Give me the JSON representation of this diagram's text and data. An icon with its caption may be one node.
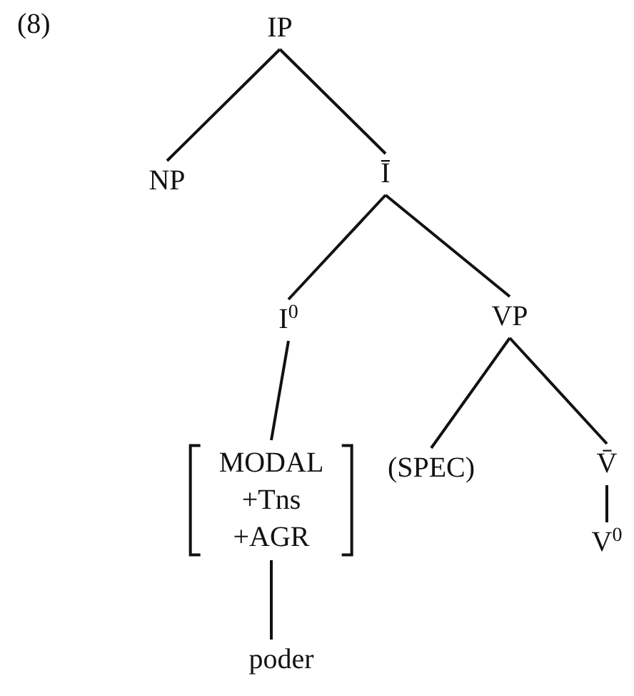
{
  "diagram": {
    "nodes": [
      {
        "text": [
          "IP"
        ]
      },
      {
        "text": [
          "NP"
        ]
      },
      {
        "text": [
          "Ī"
        ]
      },
      {
        "text": [
          "I$^{0}$"
        ]
      },
      {
        "text": [
          "VP"
        ]
      },
      {
        "text": [
          "MODAL",
          "+Tns",
          "+AGR"
        ]
      },
      {
        "text": [
          "(SPEC)"
        ]
      },
      {
        "text": [
          "V̄"
        ]
      },
      {
        "text": [
          "V$^{0}$"
        ]
      },
      {
        "text": [
          "poder"
        ]
      }
    ],
    "edges": [
      {
        "from": 0,
        "to": 1,
        "arrow": "none"
      },
      {
        "from": 0,
        "to": 2,
        "arrow": "none"
      },
      {
        "from": 2,
        "to": 3,
        "arrow": "none"
      },
      {
        "from": 2,
        "to": 4,
        "arrow": "none"
      },
      {
        "from": 3,
        "to": 5,
        "arrow": "none"
      },
      {
        "from": 4,
        "to": 6,
        "arrow": "none"
      },
      {
        "from": 4,
        "to": 7,
        "arrow": "none"
      },
      {
        "from": 7,
        "to": 8,
        "arrow": "none"
      },
      {
        "from": 5,
        "to": 9,
        "arrow": "none"
      }
    ],
    "labels": [
      "(8)"
    ]
  }
}
